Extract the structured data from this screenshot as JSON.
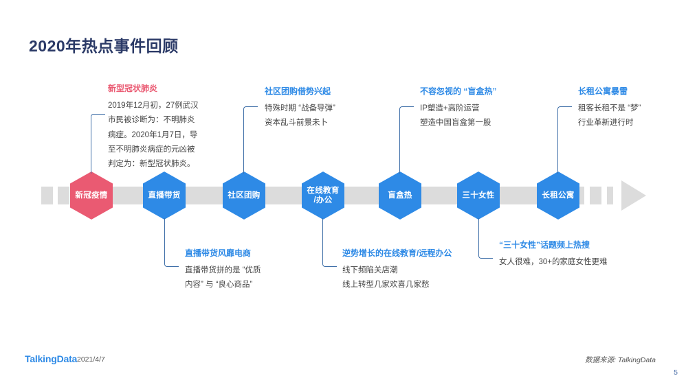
{
  "slide": {
    "title": "2020年热点事件回顾",
    "page_number": "5",
    "source_note": "数据来源: TalkingData",
    "brand": "TalkingData",
    "date": "2021/4/7",
    "accent_color": "#ea5a72",
    "primary_color": "#2e8ae6",
    "title_color": "#2b3a67",
    "track_color": "#dcdcdc"
  },
  "timeline": {
    "nodes": [
      {
        "label": "新冠疫情",
        "color": "accent"
      },
      {
        "label": "直播带货",
        "color": "primary"
      },
      {
        "label": "社区团购",
        "color": "primary"
      },
      {
        "label": "在线教育\n/办公",
        "color": "primary"
      },
      {
        "label": "盲盒热",
        "color": "primary"
      },
      {
        "label": "三十女性",
        "color": "primary"
      },
      {
        "label": "长租公寓",
        "color": "primary"
      }
    ]
  },
  "notes_top": [
    {
      "title": "新型冠状肺炎",
      "lines": [
        "2019年12月初，27例武汉",
        "市民被诊断为：不明肺炎",
        "病症。2020年1月7日，导",
        "至不明肺炎病症的元凶被",
        "判定为：新型冠状肺炎。"
      ]
    },
    {
      "title": "社区团购借势兴起",
      "lines": [
        "特殊时期 “战备导弹”",
        "资本乱斗前景未卜"
      ]
    },
    {
      "title": "不容忽视的 “盲盒热”",
      "lines": [
        "IP塑造+高阶运营",
        "塑造中国盲盒第一股"
      ]
    },
    {
      "title": "长租公寓暴雷",
      "lines": [
        "租客长租不是 “梦”",
        "行业革新进行时"
      ]
    }
  ],
  "notes_bottom": [
    {
      "title": "直播带货风靡电商",
      "lines": [
        "直播带货拼的是 “优质",
        "内容” 与 “良心商品”"
      ]
    },
    {
      "title": "逆势增长的在线教育/远程办公",
      "lines": [
        "线下频陷关店潮",
        "线上转型几家欢喜几家愁"
      ]
    },
    {
      "title": "“三十女性”话题频上热搜",
      "lines": [
        "女人很难，30+的家庭女性更难"
      ]
    }
  ]
}
